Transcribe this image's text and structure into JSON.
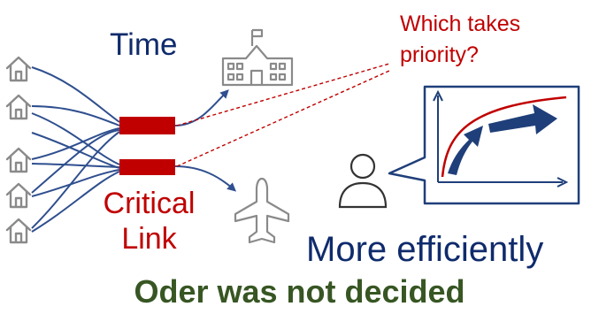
{
  "colors": {
    "navy": "#0f2b6c",
    "red": "#c00000",
    "green": "#375623",
    "gray": "#8a8a8a",
    "link_line": "#2f4f8f",
    "dashed": "#c00000"
  },
  "icons": {
    "houses": [
      "house-icon",
      "house-icon",
      "house-icon",
      "house-icon",
      "house-icon"
    ],
    "destination_building": "school-building-icon",
    "destination_airport": "airplane-icon",
    "decision_maker": "person-icon",
    "speech_chart": "efficiency-chart-icon"
  },
  "labels": {
    "time": "Time",
    "question_line1": "Which takes",
    "question_line2": "priority?",
    "critical_line1": "Critical",
    "critical_line2": "Link",
    "efficiency": "More efficiently",
    "conclusion": "Oder was not decided"
  }
}
